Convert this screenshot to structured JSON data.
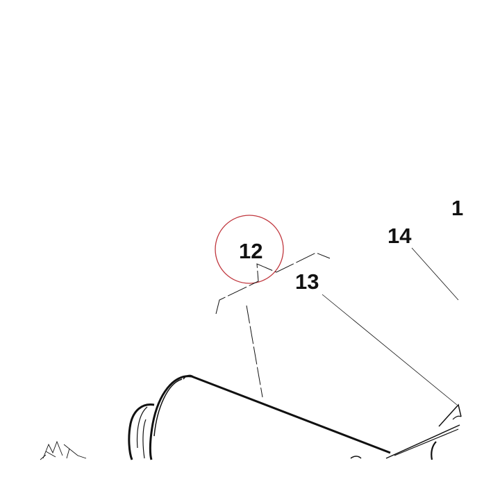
{
  "callouts": {
    "part_12": "12",
    "part_13": "13",
    "part_14": "14",
    "part_15_partial": "1"
  },
  "colors": {
    "line": "#111111",
    "highlight_ring": "#c0363d",
    "background": "#ffffff"
  }
}
